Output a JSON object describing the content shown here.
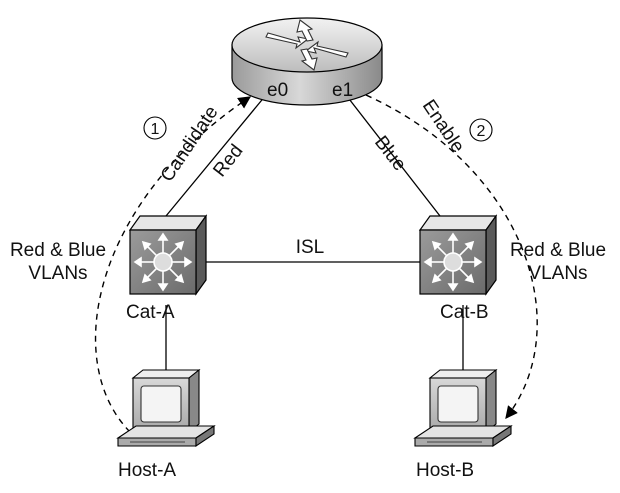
{
  "router": {
    "port_left": "e0",
    "port_right": "e1"
  },
  "links": {
    "left_vlan": "Red",
    "right_vlan": "Blue",
    "trunk": "ISL"
  },
  "switches": {
    "left": {
      "name": "Cat-A",
      "vlans_line1": "Red & Blue",
      "vlans_line2": "VLANs"
    },
    "right": {
      "name": "Cat-B",
      "vlans_line1": "Red & Blue",
      "vlans_line2": "VLANs"
    }
  },
  "hosts": {
    "left": "Host-A",
    "right": "Host-B"
  },
  "steps": {
    "step1_number": "1",
    "step1_label": "Candidate",
    "step2_number": "2",
    "step2_label": "Enable"
  }
}
